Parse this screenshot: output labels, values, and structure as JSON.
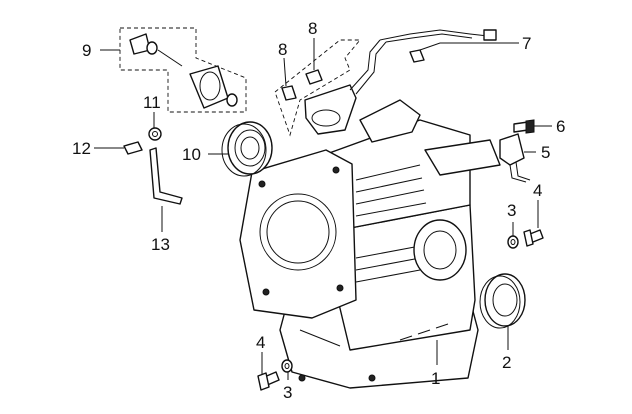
{
  "callouts": [
    {
      "id": "c1",
      "text": "1"
    },
    {
      "id": "c2",
      "text": "2"
    },
    {
      "id": "c3a",
      "text": "3"
    },
    {
      "id": "c3b",
      "text": "3"
    },
    {
      "id": "c4a",
      "text": "4"
    },
    {
      "id": "c4b",
      "text": "4"
    },
    {
      "id": "c5",
      "text": "5"
    },
    {
      "id": "c6",
      "text": "6"
    },
    {
      "id": "c7",
      "text": "7"
    },
    {
      "id": "c8a",
      "text": "8"
    },
    {
      "id": "c8b",
      "text": "8"
    },
    {
      "id": "c9",
      "text": "9"
    },
    {
      "id": "c10",
      "text": "10"
    },
    {
      "id": "c11",
      "text": "11"
    },
    {
      "id": "c12",
      "text": "12"
    },
    {
      "id": "c13",
      "text": "13"
    }
  ],
  "colors": {
    "line": "#111111",
    "background": "#ffffff"
  }
}
